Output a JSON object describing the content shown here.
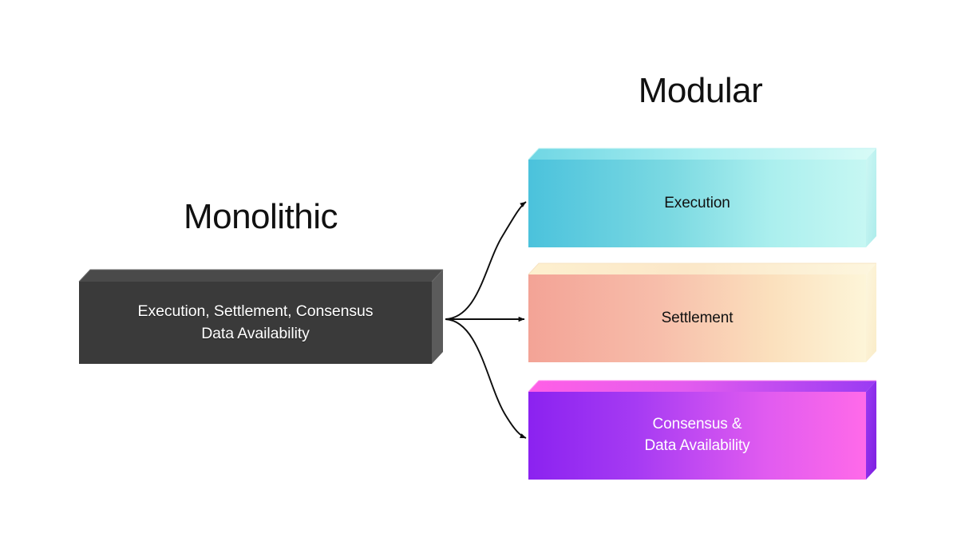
{
  "diagram": {
    "title_left": "Monolithic",
    "title_right": "Modular",
    "background_color": "#ffffff"
  },
  "monolithic": {
    "label": "Execution, Settlement, Consensus\nData Availability",
    "fill_color": "#3a3a3a",
    "top_face_color": "#4a4a4a",
    "side_face_color": "#595959",
    "text_color": "#ffffff"
  },
  "modular": {
    "boxes": [
      {
        "label": "Execution",
        "gradient_from": "#4bc2dc",
        "gradient_to": "#c6f7f3",
        "text_color": "#111111"
      },
      {
        "label": "Settlement",
        "gradient_from": "#f3a396",
        "gradient_to": "#fdf5d8",
        "text_color": "#111111"
      },
      {
        "label": "Consensus &\nData Availability",
        "gradient_from": "#8b22f0",
        "gradient_to": "#ff6ae9",
        "text_color": "#ffffff"
      }
    ]
  },
  "arrows": {
    "count": 3,
    "color": "#000000",
    "origin_label": "monolithic-right-edge",
    "targets": [
      "Execution",
      "Settlement",
      "Consensus & Data Availability"
    ]
  }
}
